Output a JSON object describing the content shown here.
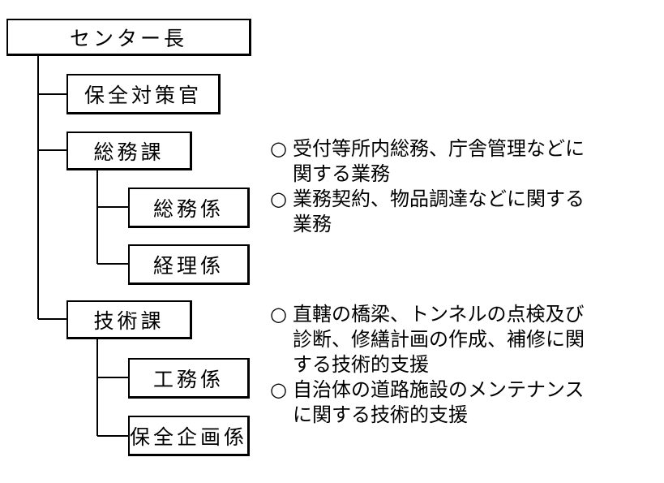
{
  "org_chart": {
    "head": "センター長",
    "conservation_officer": "保全対策官",
    "general_affairs": {
      "division": "総務課",
      "sections": [
        "総務係",
        "経理係"
      ],
      "duties": [
        {
          "mark": "○",
          "lines": [
            "受付等所内総務、庁舎管理などに",
            "関する業務"
          ]
        },
        {
          "mark": "○",
          "lines": [
            "業務契約、物品調達などに関する",
            "業務"
          ]
        }
      ]
    },
    "engineering": {
      "division": "技術課",
      "sections": [
        "工務係",
        "保全企画係"
      ],
      "duties": [
        {
          "mark": "○",
          "lines": [
            "直轄の橋梁、トンネルの点検及び",
            "診断、修繕計画の作成、補修に関",
            "する技術的支援"
          ]
        },
        {
          "mark": "○",
          "lines": [
            "自治体の道路施設のメンテナンス",
            "に関する技術的支援"
          ]
        }
      ]
    }
  }
}
